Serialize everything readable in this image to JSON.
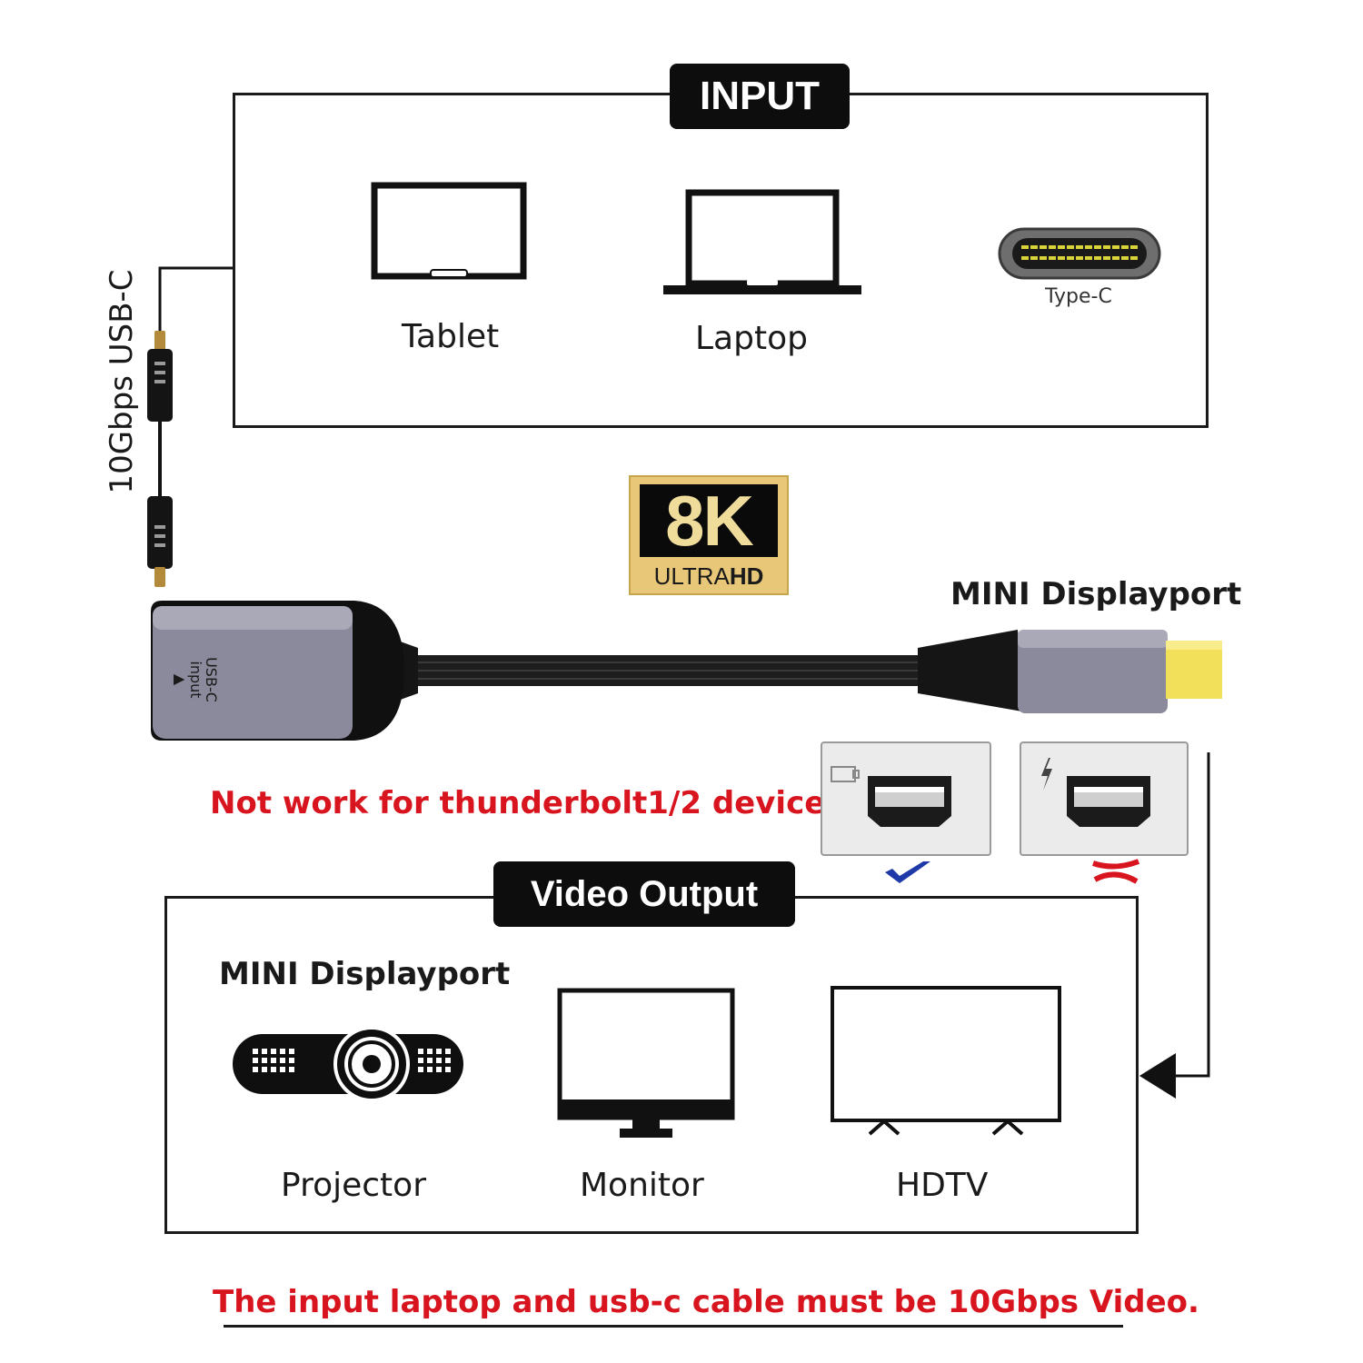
{
  "input": {
    "title": "INPUT",
    "devices": [
      {
        "label": "Tablet",
        "icon": "tablet-icon"
      },
      {
        "label": "Laptop",
        "icon": "laptop-icon"
      },
      {
        "label": "Type-C",
        "icon": "usb-c-port-icon"
      }
    ]
  },
  "cable": {
    "vertical_label": "10Gbps USB-C",
    "adapter_port_text_1": "USB-C",
    "adapter_port_text_2": "input",
    "output_connector_label": "MINI Displayport"
  },
  "badge": {
    "main": "8K",
    "sub_thin": "ULTRA",
    "sub_bold": "HD"
  },
  "warnings": {
    "thunderbolt": "Not work for thunderbolt1/2 device.",
    "requirement": "The input laptop and usb-c cable must be 10Gbps Video."
  },
  "ports": [
    {
      "icon": "displayport-symbol-icon",
      "status_icon": "checkmark-icon",
      "status_color": "#1f3aa8"
    },
    {
      "icon": "thunderbolt-symbol-icon",
      "status_icon": "cross-icon",
      "status_color": "#d8141e"
    }
  ],
  "output": {
    "title": "Video Output",
    "port_label": "MINI Displayport",
    "devices": [
      {
        "label": "Projector",
        "icon": "projector-icon"
      },
      {
        "label": "Monitor",
        "icon": "monitor-icon"
      },
      {
        "label": "HDTV",
        "icon": "tv-icon"
      }
    ]
  },
  "colors": {
    "warning_red": "#d8141e",
    "badge_gold": "#e8c878",
    "adapter_gray": "#8a8a9c",
    "connector_gold": "#f2df5a"
  }
}
